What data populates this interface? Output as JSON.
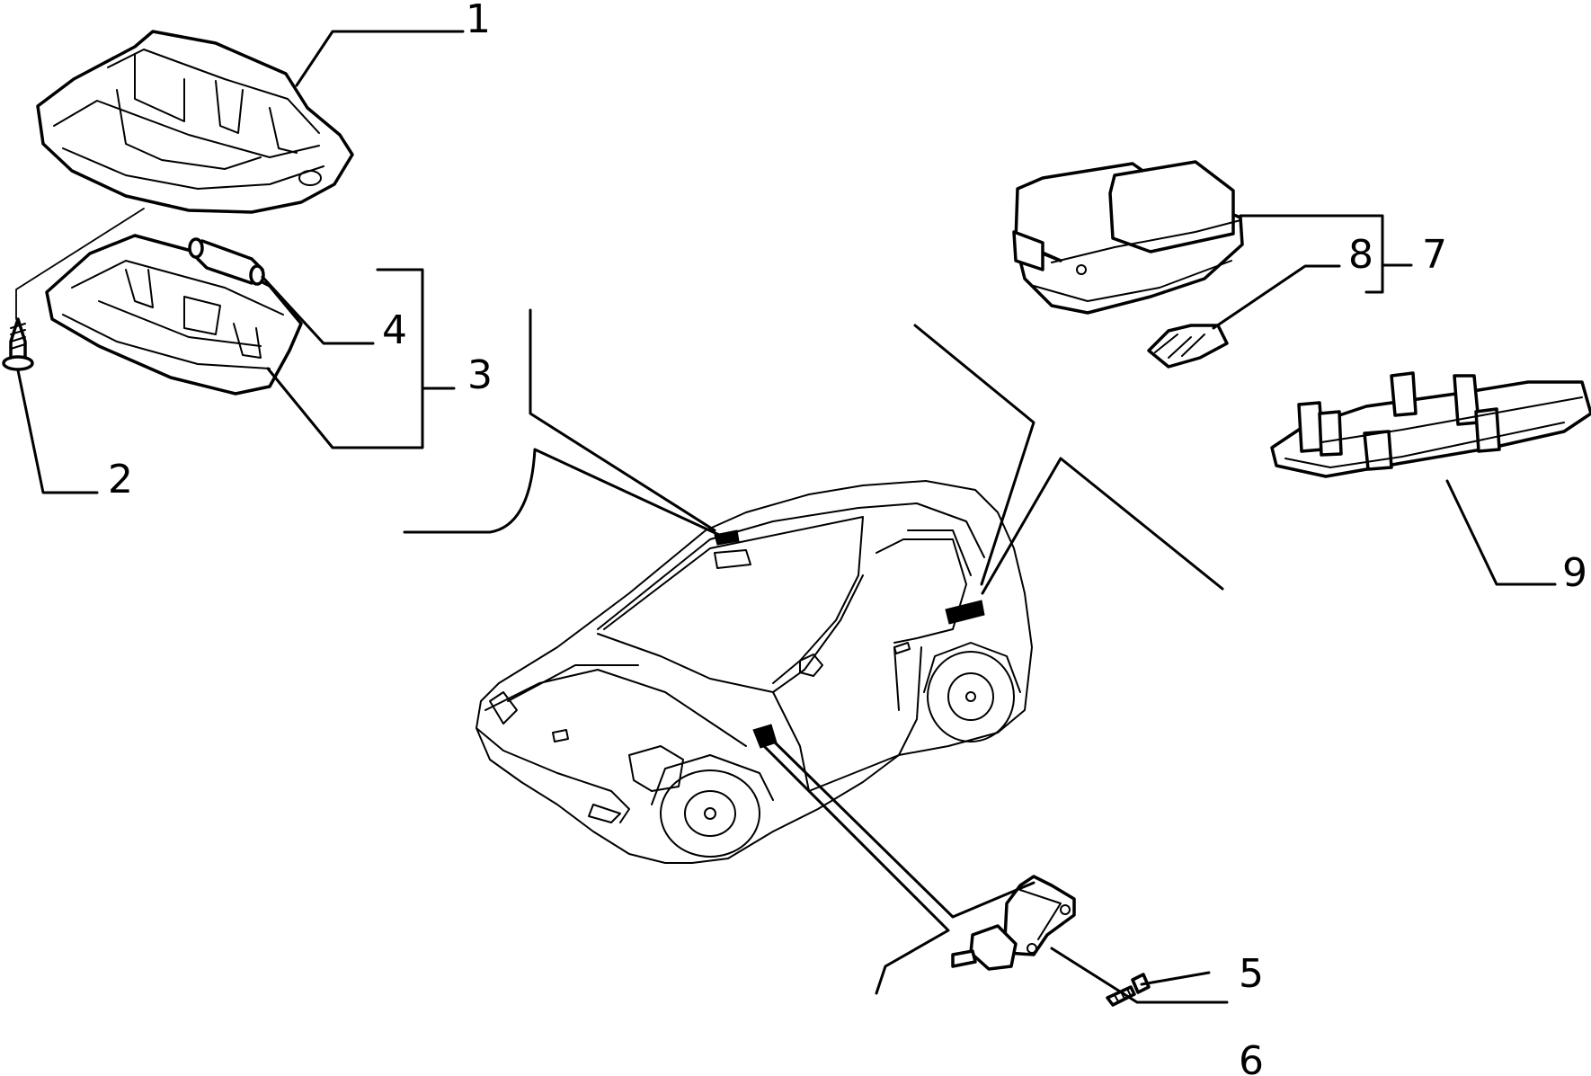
{
  "callouts": [
    {
      "id": "1",
      "label": "1",
      "part": "front-courtesy-lamp-housing"
    },
    {
      "id": "2",
      "label": "2",
      "part": "screw"
    },
    {
      "id": "3",
      "label": "3",
      "part": "front-lamp-lens-assembly"
    },
    {
      "id": "4",
      "label": "4",
      "part": "festoon-bulb"
    },
    {
      "id": "5",
      "label": "5",
      "part": "screw"
    },
    {
      "id": "6",
      "label": "6",
      "part": "door-switch"
    },
    {
      "id": "7",
      "label": "7",
      "part": "rear-courtesy-lamp-assembly"
    },
    {
      "id": "8",
      "label": "8",
      "part": "wedge-bulb"
    },
    {
      "id": "9",
      "label": "9",
      "part": "rear-lamp-lens"
    }
  ],
  "colors": {
    "ink": "#000000",
    "paper": "#ffffff"
  }
}
